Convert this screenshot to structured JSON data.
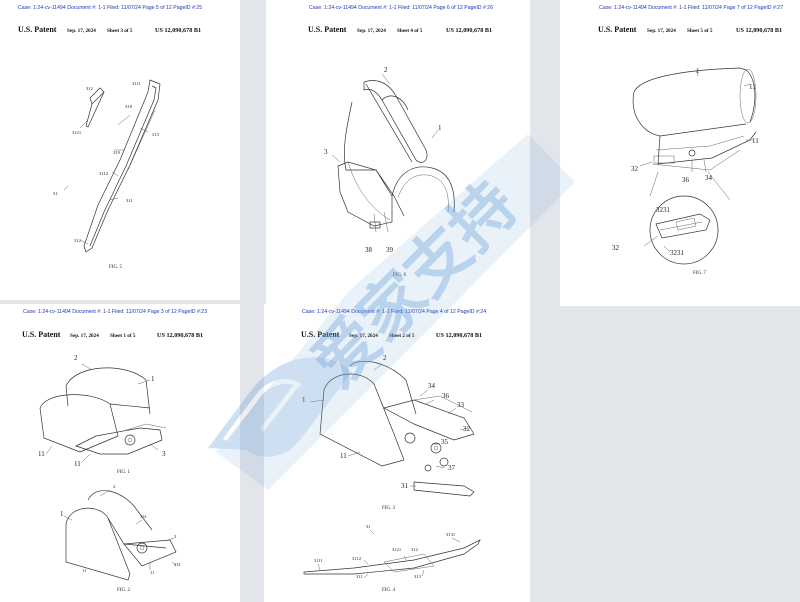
{
  "pages": {
    "p5": {
      "case_line": "Case: 1:24-cv-11494 Document #: 1-1 Filed: 11/07/24 Page 5 of 12 PageID #:25",
      "patent": "U.S. Patent",
      "date": "Sep. 17, 2024",
      "sheet": "Sheet 3 of 5",
      "number": "US 12,090,678 B1",
      "fig": "FIG. 5",
      "labels": [
        "312",
        "3121",
        "3111",
        "318",
        "313",
        "319",
        "3112",
        "31",
        "311",
        "312"
      ]
    },
    "p6": {
      "case_line": "Case: 1:24-cv-11494 Document #: 1-1 Filed: 11/07/24 Page 6 of 12 PageID #:26",
      "patent": "U.S. Patent",
      "date": "Sep. 17, 2024",
      "sheet": "Sheet 4 of 5",
      "number": "US 12,090,678 B1",
      "fig": "FIG. 6",
      "labels": [
        "2",
        "1",
        "3",
        "38",
        "39"
      ]
    },
    "p7": {
      "case_line": "Case: 1:24-cv-11494 Document #: 1-1 Filed: 11/07/24 Page 7 of 12 PageID #:27",
      "patent": "U.S. Patent",
      "date": "Sep. 17, 2024",
      "sheet": "Sheet 5 of 5",
      "number": "US 12,090,678 B1",
      "fig": "FIG. 7",
      "labels": [
        "1",
        "11",
        "11",
        "32",
        "36",
        "34",
        "3231",
        "32",
        "3231"
      ]
    },
    "p3": {
      "case_line": "Case: 1:24-cv-11494 Document #: 1-1 Filed: 11/07/24 Page 3 of 12 PageID #:23",
      "patent": "U.S. Patent",
      "date": "Sep. 17, 2024",
      "sheet": "Sheet 1 of 5",
      "number": "US 12,090,678 B1",
      "fig1": "FIG. 1",
      "fig2": "FIG. 2",
      "labels": [
        "2",
        "1",
        "11",
        "11",
        "3",
        "2",
        "1",
        "331",
        "3",
        "11",
        "11",
        "331"
      ]
    },
    "p4": {
      "case_line": "Case: 1:24-cv-11494 Document #: 1-1 Filed: 11/07/24 Page 4 of 12 PageID #:24",
      "patent": "U.S. Patent",
      "date": "Sep. 17, 2024",
      "sheet": "Sheet 2 of 5",
      "number": "US 12,090,678 B1",
      "fig3": "FIG. 3",
      "fig4": "FIG. 4",
      "labels": [
        "2",
        "34",
        "1",
        "36",
        "33",
        "32",
        "35",
        "11",
        "37",
        "31",
        "31",
        "3131",
        "3121",
        "312",
        "3112",
        "3111",
        "311",
        "313"
      ]
    }
  },
  "watermark": {
    "text": "爱家支持",
    "color": "#6a9fd8"
  }
}
